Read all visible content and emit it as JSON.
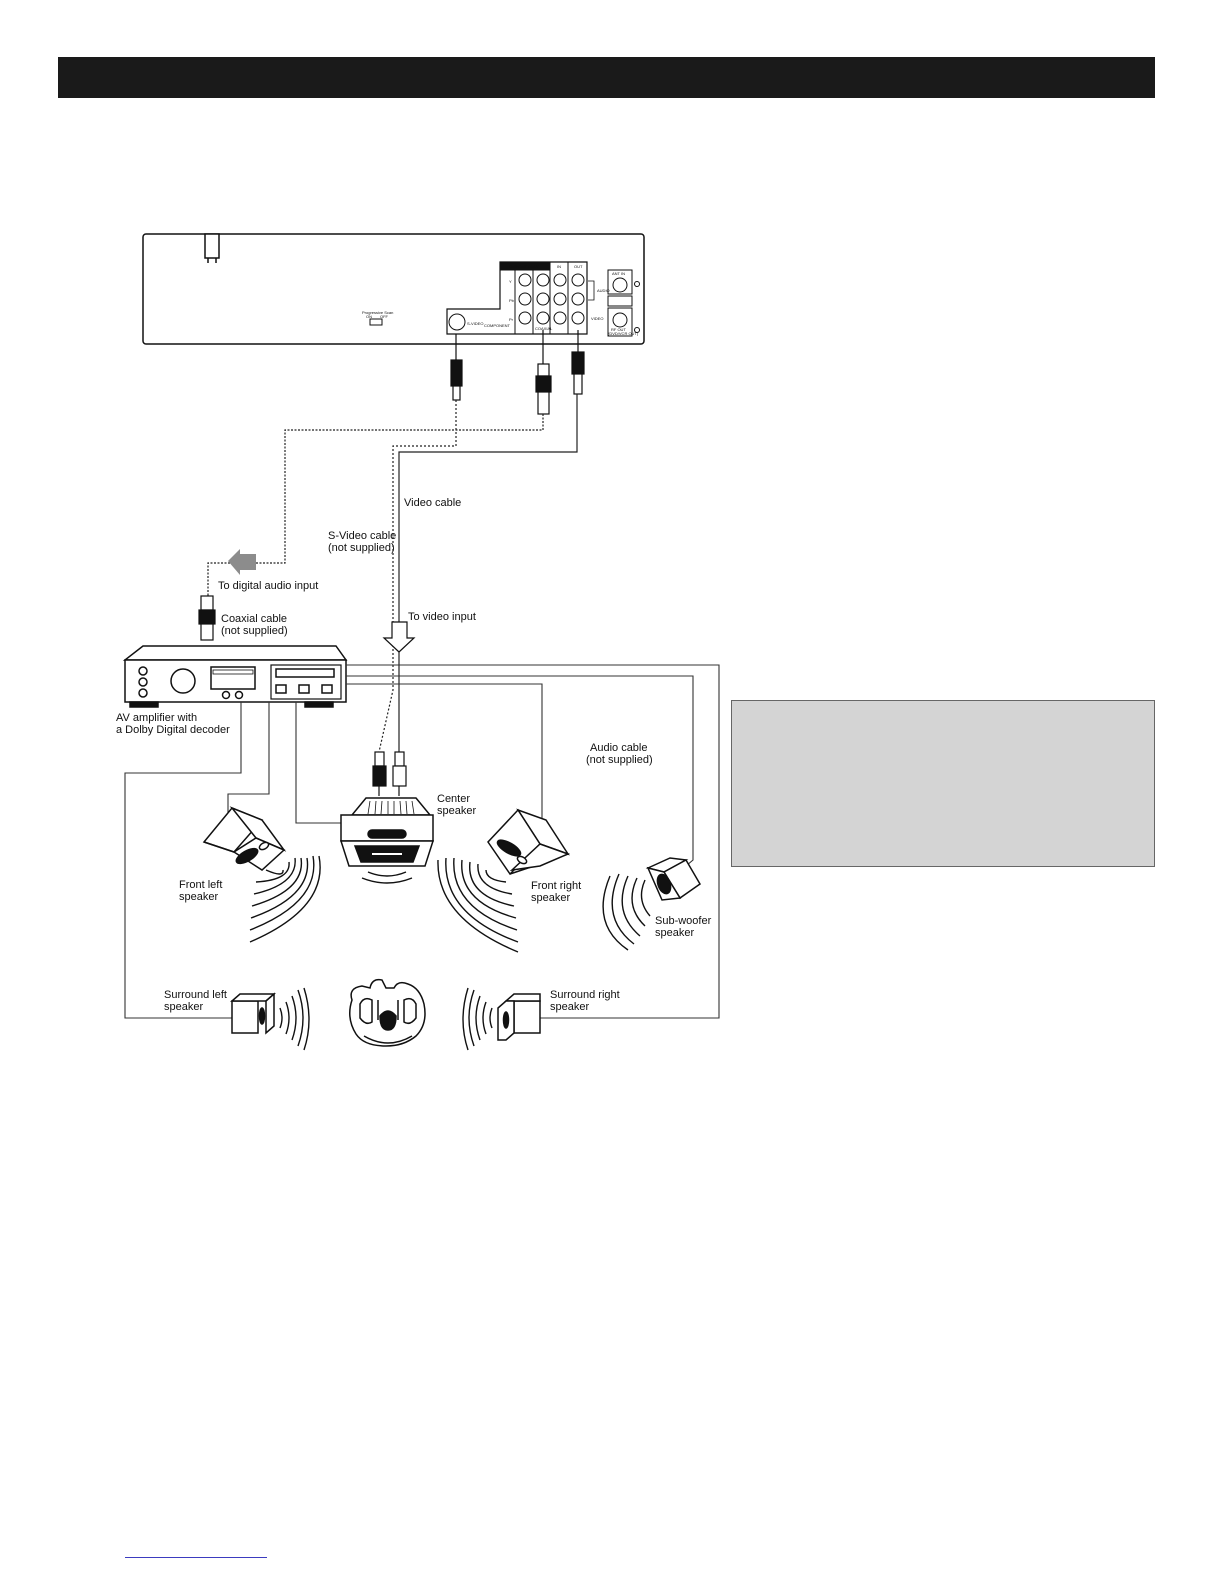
{
  "labels": {
    "video_cable": "Video cable",
    "svideo_cable_1": "S-Video cable",
    "svideo_cable_2": "(not supplied)",
    "to_digital_audio": "To digital audio input",
    "coaxial_cable_1": "Coaxial cable",
    "coaxial_cable_2": "(not supplied)",
    "to_video_input": "To video input",
    "amplifier_1": "AV amplifier  with",
    "amplifier_2": "a Dolby  Digital  decoder",
    "audio_cable_1": "Audio cable",
    "audio_cable_2": "(not supplied)",
    "center_speaker_1": "Center",
    "center_speaker_2": "speaker",
    "front_left_1": "Front left",
    "front_left_2": "speaker",
    "front_right_1": "Front right",
    "front_right_2": "speaker",
    "subwoofer_1": "Sub-woofer",
    "subwoofer_2": "speaker",
    "surround_left_1": "Surround left",
    "surround_left_2": "speaker",
    "surround_right_1": "Surround right",
    "surround_right_2": "speaker"
  },
  "panel": {
    "dvd_out_only": "DVD OUT ONLY",
    "in": "IN",
    "out": "OUT",
    "audio": "AUDIO",
    "video": "VIDEO",
    "svideo": "S-VIDEO",
    "component": "COMPONENT",
    "coaxial": "COAXIAL",
    "progressive_1": "Progressive Scan",
    "progressive_on": "ON",
    "progressive_off": "OFF",
    "ant_in": "ANT IN",
    "rf_out_1": "RF OUT",
    "rf_out_2": "(DVD/VCR OUT)",
    "y": "Y",
    "pb": "Pb",
    "pr": "Pr"
  },
  "colors": {
    "header": "#1a1a1a",
    "note_box": "#d4d4d4",
    "arrow_grey": "#8c8c8c"
  }
}
